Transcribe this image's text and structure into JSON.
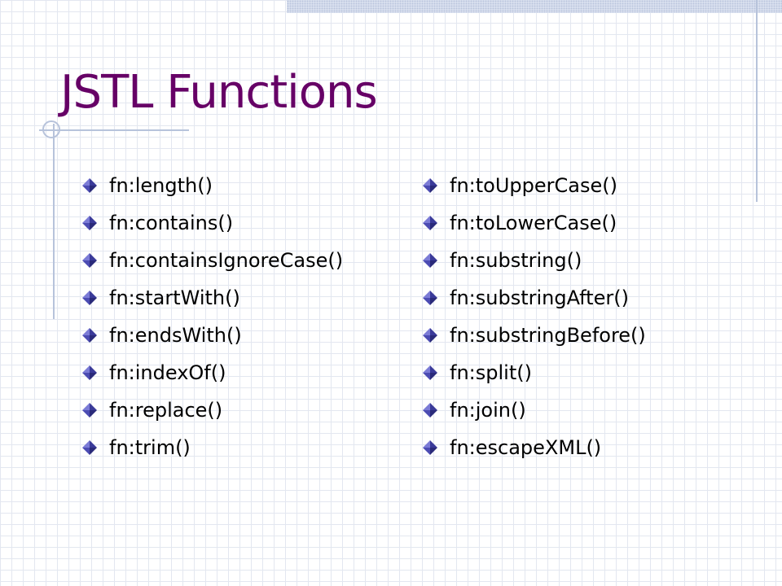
{
  "slide": {
    "title": "JSTL Functions",
    "columns": [
      {
        "items": [
          "fn:length()",
          "fn:contains()",
          "fn:containsIgnoreCase()",
          "fn:startWith()",
          "fn:endsWith()",
          "fn:indexOf()",
          "fn:replace()",
          "fn:trim()"
        ]
      },
      {
        "items": [
          "fn:toUpperCase()",
          "fn:toLowerCase()",
          "fn:substring()",
          "fn:substringAfter()",
          "fn:substringBefore()",
          "fn:split()",
          "fn:join()",
          "fn:escapeXML()"
        ]
      }
    ],
    "bullet_icon": "diamond-bullet-icon",
    "colors": {
      "title": "#660066",
      "text": "#000000",
      "bullet_top": "#7b7bd6",
      "bullet_left": "#4c4cb3",
      "bullet_bottom": "#2a2a7a",
      "bullet_right": "#3a3a99",
      "accent_lines": "#b7c3db"
    }
  }
}
